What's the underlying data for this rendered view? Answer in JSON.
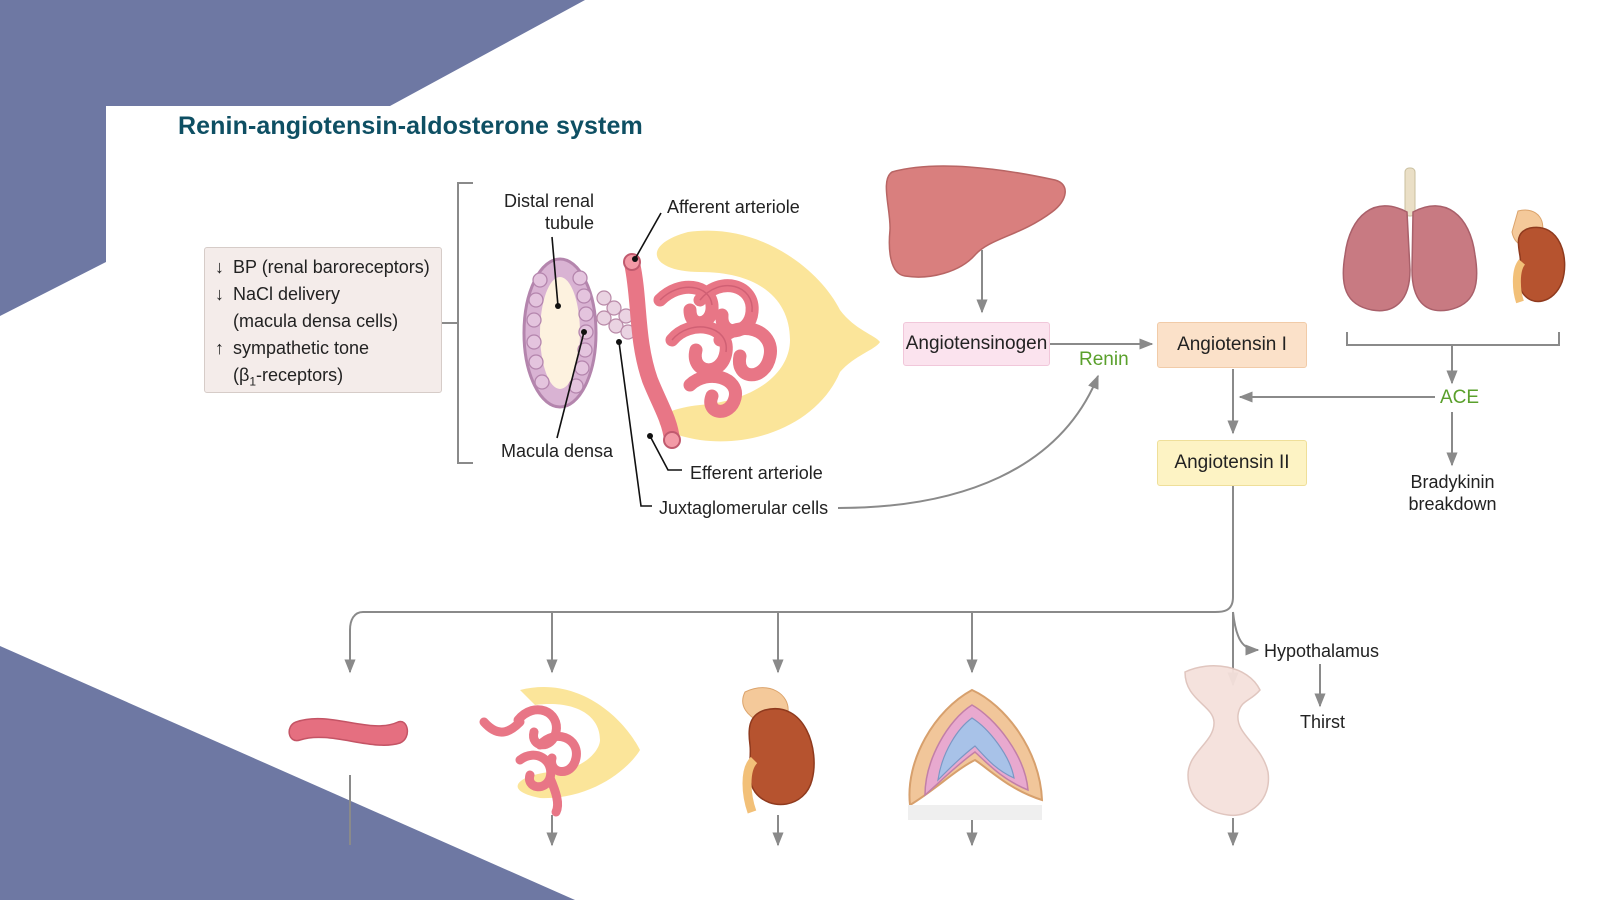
{
  "title": "Renin-angiotensin-aldosterone system",
  "stimuli": {
    "line1": "BP (renal baroreceptors)",
    "line2": "NaCl delivery",
    "line3": "(macula densa cells)",
    "line4": "sympathetic tone",
    "line5": "-receptors)",
    "line5_prefix": "(β",
    "line5_sub": "1",
    "arrow_down": "↓",
    "arrow_up": "↑"
  },
  "labels": {
    "distal_tubule": "Distal renal tubule",
    "afferent": "Afferent arteriole",
    "macula": "Macula densa",
    "efferent": "Efferent arteriole",
    "jg_cells": "Juxtaglomerular cells",
    "renin": "Renin",
    "ace": "ACE",
    "bradykinin": "Bradykinin breakdown",
    "hypothalamus": "Hypothalamus",
    "thirst": "Thirst"
  },
  "boxes": {
    "angiotensinogen": "Angiotensinogen",
    "angiotensin1": "Angiotensin I",
    "angiotensin2": "Angiotensin II"
  },
  "colors": {
    "panel": "#6e78a3",
    "title": "#0e4f63",
    "green": "#5aa02c",
    "arrow": "#8a8a8a"
  },
  "icons": [
    "liver-icon",
    "lungs-icon",
    "kidney-icon",
    "glomerulus-icon",
    "arteriole-icon",
    "adrenal-kidney-icon",
    "brain-icon",
    "pituitary-icon"
  ]
}
